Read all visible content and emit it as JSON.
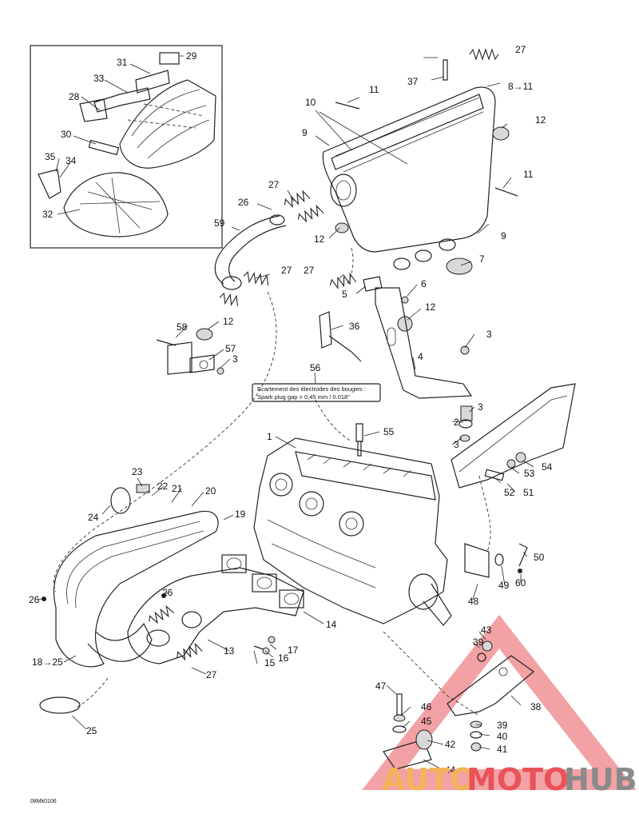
{
  "callouts": [
    {
      "label": "31"
    },
    {
      "label": "29"
    },
    {
      "label": "33"
    },
    {
      "label": "28"
    },
    {
      "label": "30"
    },
    {
      "label": "35"
    },
    {
      "label": "34"
    },
    {
      "label": "32"
    },
    {
      "label": "27"
    },
    {
      "label": "37"
    },
    {
      "label": "8→11"
    },
    {
      "label": "11"
    },
    {
      "label": "10"
    },
    {
      "label": "12"
    },
    {
      "label": "9"
    },
    {
      "label": "11"
    },
    {
      "label": "9"
    },
    {
      "label": "7"
    },
    {
      "label": "27"
    },
    {
      "label": "26"
    },
    {
      "label": "12"
    },
    {
      "label": "59"
    },
    {
      "label": "27"
    },
    {
      "label": "27"
    },
    {
      "label": "5"
    },
    {
      "label": "6"
    },
    {
      "label": "12"
    },
    {
      "label": "58"
    },
    {
      "label": "12"
    },
    {
      "label": "57"
    },
    {
      "label": "3"
    },
    {
      "label": "36"
    },
    {
      "label": "3"
    },
    {
      "label": "4"
    },
    {
      "label": "56"
    },
    {
      "label": "3"
    },
    {
      "label": "2"
    },
    {
      "label": "3"
    },
    {
      "label": "1"
    },
    {
      "label": "55"
    },
    {
      "label": "54"
    },
    {
      "label": "53"
    },
    {
      "label": "52"
    },
    {
      "label": "51"
    },
    {
      "label": "23"
    },
    {
      "label": "22"
    },
    {
      "label": "21"
    },
    {
      "label": "20"
    },
    {
      "label": "24"
    },
    {
      "label": "19"
    },
    {
      "label": "50"
    },
    {
      "label": "26"
    },
    {
      "label": "26"
    },
    {
      "label": "48"
    },
    {
      "label": "49"
    },
    {
      "label": "60"
    },
    {
      "label": "14"
    },
    {
      "label": "43"
    },
    {
      "label": "39"
    },
    {
      "label": "17"
    },
    {
      "label": "16"
    },
    {
      "label": "15"
    },
    {
      "label": "13"
    },
    {
      "label": "18→25"
    },
    {
      "label": "27"
    },
    {
      "label": "47"
    },
    {
      "label": "38"
    },
    {
      "label": "46"
    },
    {
      "label": "45"
    },
    {
      "label": "39"
    },
    {
      "label": "40"
    },
    {
      "label": "42"
    },
    {
      "label": "41"
    },
    {
      "label": "44"
    },
    {
      "label": "25"
    }
  ],
  "spark_plug_note": {
    "line1": "Ecartement des électrodes des bougies :",
    "line2": "Spark plug gap = 0,45 mm / 0.018\""
  },
  "drawing_code": "08Mk0106",
  "watermark": {
    "part1": "AUTO",
    "part2": "MOTO",
    "part3": "HUB",
    "colors": {
      "auto": "#f2b35a",
      "moto": "#e8535a",
      "hub": "#8a8a8a",
      "triangle": "#e8535a"
    }
  }
}
